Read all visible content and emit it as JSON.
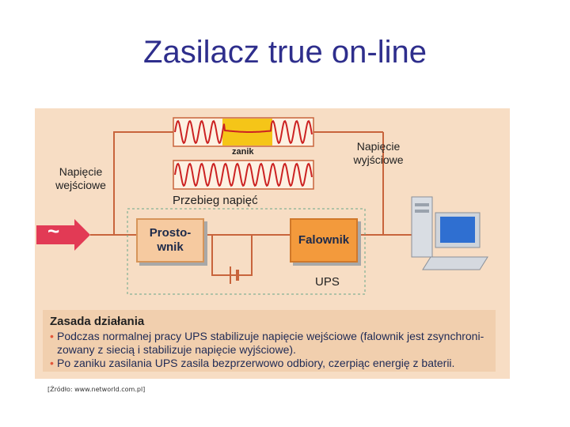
{
  "slide": {
    "title": "Zasilacz true on-line"
  },
  "diagram": {
    "input_label": "Napięcie wejściowe",
    "output_label": "Napięcie wyjściowe",
    "waveform_label": "Przebieg napięć",
    "outage_label": "zanik",
    "rectifier_label": "Prosto-wnik",
    "inverter_label": "Falownik",
    "ups_label": "UPS",
    "ac_symbol": "~",
    "icons": [
      "ac-source-arrow-icon",
      "battery-icon",
      "computer-icon"
    ]
  },
  "principle": {
    "heading": "Zasada działania",
    "items": [
      "Podczas normalnej pracy UPS stabilizuje napięcie  wejściowe (falownik jest zsynchroni-zowany z siecią i stabilizuje napięcie wyjściowe).",
      "Po zaniku zasilania UPS zasila bezprzerwowo odbiory, czerpiąc energię z baterii."
    ]
  },
  "source_note": "[Źródło: www.networld.com.pl]",
  "colors": {
    "title": "#2e2e8c",
    "panel": "#f7ddc4",
    "wire": "#c8643c",
    "sine": "#cc2222",
    "outage_band": "#f5c518"
  }
}
